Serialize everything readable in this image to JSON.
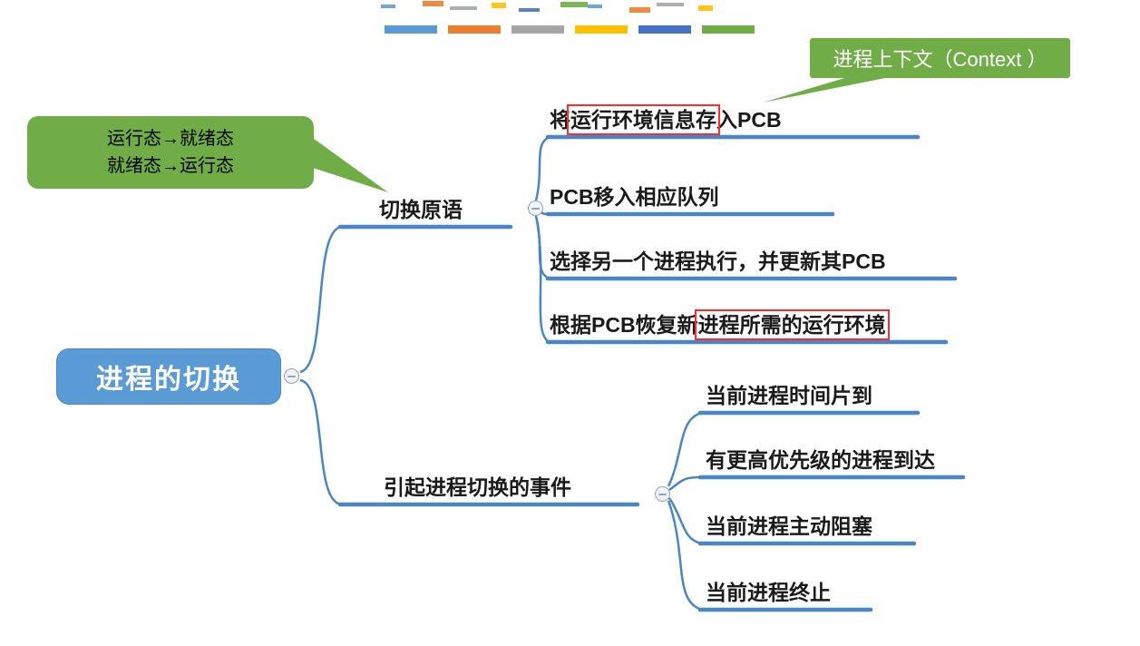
{
  "header": {
    "theme_bar_colors": [
      "#5B9BD5",
      "#ED7D31",
      "#A5A5A5",
      "#FFC000",
      "#4472C4",
      "#70AD47"
    ]
  },
  "mindmap": {
    "root": "进程的切换",
    "branches": [
      {
        "label": "切换原语",
        "children": [
          {
            "pre": "将",
            "boxed": "运行环境信息存",
            "post": "入PCB"
          },
          {
            "text": "PCB移入相应队列"
          },
          {
            "text": "选择另一个进程执行，并更新其PCB"
          },
          {
            "pre": "根据PCB恢复新",
            "boxed": "进程所需的运行环境",
            "post": ""
          }
        ]
      },
      {
        "label": "引起进程切换的事件",
        "children": [
          {
            "text": "当前进程时间片到"
          },
          {
            "text": "有更高优先级的进程到达"
          },
          {
            "text": "当前进程主动阻塞"
          },
          {
            "text": "当前进程终止"
          }
        ]
      }
    ]
  },
  "callouts": {
    "context": {
      "text": "进程上下文（Context ）"
    },
    "state_transition": {
      "line1": "运行态→就绪态",
      "line2": "就绪态→运行态"
    }
  },
  "colors": {
    "node_fill": "#5B9BD5",
    "line_blue": "#4A86C6",
    "callout_green": "#70AD47",
    "highlight_red": "#FF2A2A"
  }
}
